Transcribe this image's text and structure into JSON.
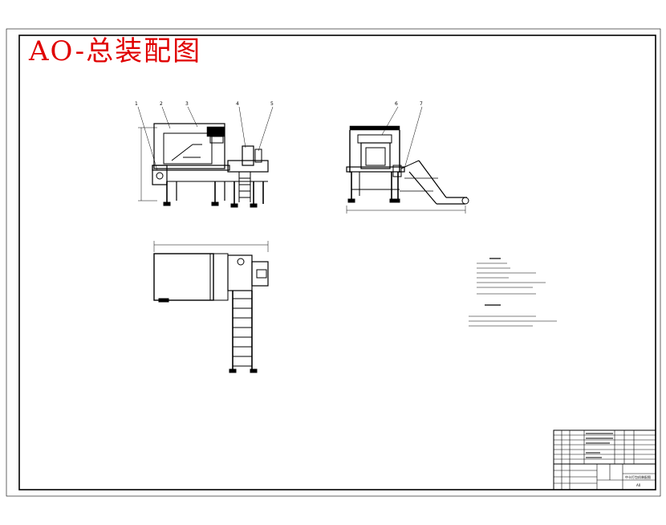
{
  "title": "AO-总装配图",
  "colors": {
    "title": "#e00000",
    "line": "#000000",
    "background": "#ffffff"
  },
  "balloons": {
    "front": [
      "1",
      "2",
      "3",
      "4",
      "5"
    ],
    "side": [
      "6",
      "7"
    ]
  },
  "title_block": {
    "drawing_name": "中卡打包机装配图",
    "sheet_size": "A0"
  }
}
